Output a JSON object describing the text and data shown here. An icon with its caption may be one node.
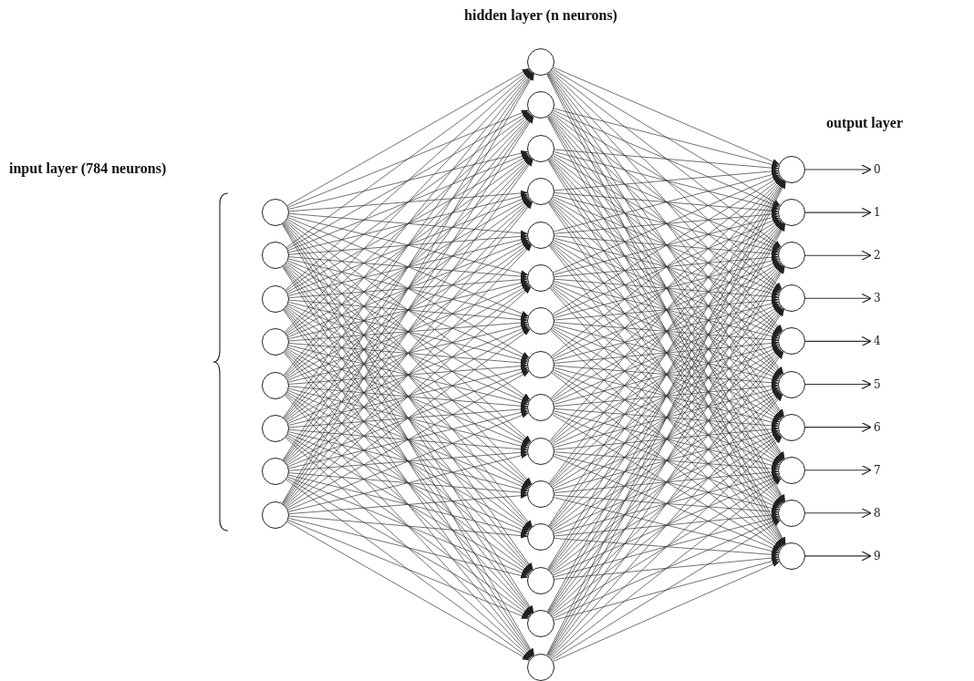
{
  "diagram": {
    "nodes": [
      {
        "text": [],
        "shape": "circle"
      },
      {
        "text": [],
        "shape": "circle"
      },
      {
        "text": [],
        "shape": "circle"
      },
      {
        "text": [],
        "shape": "circle"
      },
      {
        "text": [],
        "shape": "circle"
      },
      {
        "text": [],
        "shape": "circle"
      },
      {
        "text": [],
        "shape": "circle"
      },
      {
        "text": [],
        "shape": "circle"
      },
      {
        "text": [],
        "shape": "circle"
      },
      {
        "text": [],
        "shape": "circle"
      },
      {
        "text": [],
        "shape": "circle"
      },
      {
        "text": [],
        "shape": "circle"
      },
      {
        "text": [],
        "shape": "circle"
      },
      {
        "text": [],
        "shape": "circle"
      },
      {
        "text": [],
        "shape": "circle"
      },
      {
        "text": [],
        "shape": "circle"
      },
      {
        "text": [],
        "shape": "circle"
      },
      {
        "text": [],
        "shape": "circle"
      },
      {
        "text": [],
        "shape": "circle"
      },
      {
        "text": [],
        "shape": "circle"
      },
      {
        "text": [],
        "shape": "circle"
      },
      {
        "text": [],
        "shape": "circle"
      },
      {
        "text": [],
        "shape": "circle"
      },
      {
        "text": [],
        "shape": "circle"
      },
      {
        "text": [],
        "shape": "circle"
      },
      {
        "text": [],
        "shape": "circle"
      },
      {
        "text": [],
        "shape": "circle"
      },
      {
        "text": [],
        "shape": "circle"
      },
      {
        "text": [],
        "shape": "circle"
      },
      {
        "text": [],
        "shape": "circle"
      },
      {
        "text": [],
        "shape": "circle"
      },
      {
        "text": [],
        "shape": "circle"
      },
      {
        "text": [],
        "shape": "circle"
      },
      {
        "text": [
          "0"
        ]
      },
      {
        "text": [
          "1"
        ]
      },
      {
        "text": [
          "2"
        ]
      },
      {
        "text": [
          "3"
        ]
      },
      {
        "text": [
          "4"
        ]
      },
      {
        "text": [
          "5"
        ]
      },
      {
        "text": [
          "6"
        ]
      },
      {
        "text": [
          "7"
        ]
      },
      {
        "text": [
          "8"
        ]
      },
      {
        "text": [
          "9"
        ]
      }
    ],
    "edges": [
      {
        "from": 0,
        "to": 8,
        "arrow": "to"
      },
      {
        "from": 0,
        "to": 9,
        "arrow": "to"
      },
      {
        "from": 0,
        "to": 10,
        "arrow": "to"
      },
      {
        "from": 0,
        "to": 11,
        "arrow": "to"
      },
      {
        "from": 0,
        "to": 12,
        "arrow": "to"
      },
      {
        "from": 0,
        "to": 13,
        "arrow": "to"
      },
      {
        "from": 0,
        "to": 14,
        "arrow": "to"
      },
      {
        "from": 0,
        "to": 15,
        "arrow": "to"
      },
      {
        "from": 0,
        "to": 16,
        "arrow": "to"
      },
      {
        "from": 0,
        "to": 17,
        "arrow": "to"
      },
      {
        "from": 0,
        "to": 18,
        "arrow": "to"
      },
      {
        "from": 0,
        "to": 19,
        "arrow": "to"
      },
      {
        "from": 0,
        "to": 20,
        "arrow": "to"
      },
      {
        "from": 0,
        "to": 21,
        "arrow": "to"
      },
      {
        "from": 0,
        "to": 22,
        "arrow": "to"
      },
      {
        "from": 1,
        "to": 8,
        "arrow": "to"
      },
      {
        "from": 1,
        "to": 9,
        "arrow": "to"
      },
      {
        "from": 1,
        "to": 10,
        "arrow": "to"
      },
      {
        "from": 1,
        "to": 11,
        "arrow": "to"
      },
      {
        "from": 1,
        "to": 12,
        "arrow": "to"
      },
      {
        "from": 1,
        "to": 13,
        "arrow": "to"
      },
      {
        "from": 1,
        "to": 14,
        "arrow": "to"
      },
      {
        "from": 1,
        "to": 15,
        "arrow": "to"
      },
      {
        "from": 1,
        "to": 16,
        "arrow": "to"
      },
      {
        "from": 1,
        "to": 17,
        "arrow": "to"
      },
      {
        "from": 1,
        "to": 18,
        "arrow": "to"
      },
      {
        "from": 1,
        "to": 19,
        "arrow": "to"
      },
      {
        "from": 1,
        "to": 20,
        "arrow": "to"
      },
      {
        "from": 1,
        "to": 21,
        "arrow": "to"
      },
      {
        "from": 1,
        "to": 22,
        "arrow": "to"
      },
      {
        "from": 2,
        "to": 8,
        "arrow": "to"
      },
      {
        "from": 2,
        "to": 9,
        "arrow": "to"
      },
      {
        "from": 2,
        "to": 10,
        "arrow": "to"
      },
      {
        "from": 2,
        "to": 11,
        "arrow": "to"
      },
      {
        "from": 2,
        "to": 12,
        "arrow": "to"
      },
      {
        "from": 2,
        "to": 13,
        "arrow": "to"
      },
      {
        "from": 2,
        "to": 14,
        "arrow": "to"
      },
      {
        "from": 2,
        "to": 15,
        "arrow": "to"
      },
      {
        "from": 2,
        "to": 16,
        "arrow": "to"
      },
      {
        "from": 2,
        "to": 17,
        "arrow": "to"
      },
      {
        "from": 2,
        "to": 18,
        "arrow": "to"
      },
      {
        "from": 2,
        "to": 19,
        "arrow": "to"
      },
      {
        "from": 2,
        "to": 20,
        "arrow": "to"
      },
      {
        "from": 2,
        "to": 21,
        "arrow": "to"
      },
      {
        "from": 2,
        "to": 22,
        "arrow": "to"
      },
      {
        "from": 3,
        "to": 8,
        "arrow": "to"
      },
      {
        "from": 3,
        "to": 9,
        "arrow": "to"
      },
      {
        "from": 3,
        "to": 10,
        "arrow": "to"
      },
      {
        "from": 3,
        "to": 11,
        "arrow": "to"
      },
      {
        "from": 3,
        "to": 12,
        "arrow": "to"
      },
      {
        "from": 3,
        "to": 13,
        "arrow": "to"
      },
      {
        "from": 3,
        "to": 14,
        "arrow": "to"
      },
      {
        "from": 3,
        "to": 15,
        "arrow": "to"
      },
      {
        "from": 3,
        "to": 16,
        "arrow": "to"
      },
      {
        "from": 3,
        "to": 17,
        "arrow": "to"
      },
      {
        "from": 3,
        "to": 18,
        "arrow": "to"
      },
      {
        "from": 3,
        "to": 19,
        "arrow": "to"
      },
      {
        "from": 3,
        "to": 20,
        "arrow": "to"
      },
      {
        "from": 3,
        "to": 21,
        "arrow": "to"
      },
      {
        "from": 3,
        "to": 22,
        "arrow": "to"
      },
      {
        "from": 4,
        "to": 8,
        "arrow": "to"
      },
      {
        "from": 4,
        "to": 9,
        "arrow": "to"
      },
      {
        "from": 4,
        "to": 10,
        "arrow": "to"
      },
      {
        "from": 4,
        "to": 11,
        "arrow": "to"
      },
      {
        "from": 4,
        "to": 12,
        "arrow": "to"
      },
      {
        "from": 4,
        "to": 13,
        "arrow": "to"
      },
      {
        "from": 4,
        "to": 14,
        "arrow": "to"
      },
      {
        "from": 4,
        "to": 15,
        "arrow": "to"
      },
      {
        "from": 4,
        "to": 16,
        "arrow": "to"
      },
      {
        "from": 4,
        "to": 17,
        "arrow": "to"
      },
      {
        "from": 4,
        "to": 18,
        "arrow": "to"
      },
      {
        "from": 4,
        "to": 19,
        "arrow": "to"
      },
      {
        "from": 4,
        "to": 20,
        "arrow": "to"
      },
      {
        "from": 4,
        "to": 21,
        "arrow": "to"
      },
      {
        "from": 4,
        "to": 22,
        "arrow": "to"
      },
      {
        "from": 5,
        "to": 8,
        "arrow": "to"
      },
      {
        "from": 5,
        "to": 9,
        "arrow": "to"
      },
      {
        "from": 5,
        "to": 10,
        "arrow": "to"
      },
      {
        "from": 5,
        "to": 11,
        "arrow": "to"
      },
      {
        "from": 5,
        "to": 12,
        "arrow": "to"
      },
      {
        "from": 5,
        "to": 13,
        "arrow": "to"
      },
      {
        "from": 5,
        "to": 14,
        "arrow": "to"
      },
      {
        "from": 5,
        "to": 15,
        "arrow": "to"
      },
      {
        "from": 5,
        "to": 16,
        "arrow": "to"
      },
      {
        "from": 5,
        "to": 17,
        "arrow": "to"
      },
      {
        "from": 5,
        "to": 18,
        "arrow": "to"
      },
      {
        "from": 5,
        "to": 19,
        "arrow": "to"
      },
      {
        "from": 5,
        "to": 20,
        "arrow": "to"
      },
      {
        "from": 5,
        "to": 21,
        "arrow": "to"
      },
      {
        "from": 5,
        "to": 22,
        "arrow": "to"
      },
      {
        "from": 6,
        "to": 8,
        "arrow": "to"
      },
      {
        "from": 6,
        "to": 9,
        "arrow": "to"
      },
      {
        "from": 6,
        "to": 10,
        "arrow": "to"
      },
      {
        "from": 6,
        "to": 11,
        "arrow": "to"
      },
      {
        "from": 6,
        "to": 12,
        "arrow": "to"
      },
      {
        "from": 6,
        "to": 13,
        "arrow": "to"
      },
      {
        "from": 6,
        "to": 14,
        "arrow": "to"
      },
      {
        "from": 6,
        "to": 15,
        "arrow": "to"
      },
      {
        "from": 6,
        "to": 16,
        "arrow": "to"
      },
      {
        "from": 6,
        "to": 17,
        "arrow": "to"
      },
      {
        "from": 6,
        "to": 18,
        "arrow": "to"
      },
      {
        "from": 6,
        "to": 19,
        "arrow": "to"
      },
      {
        "from": 6,
        "to": 20,
        "arrow": "to"
      },
      {
        "from": 6,
        "to": 21,
        "arrow": "to"
      },
      {
        "from": 6,
        "to": 22,
        "arrow": "to"
      },
      {
        "from": 7,
        "to": 8,
        "arrow": "to"
      },
      {
        "from": 7,
        "to": 9,
        "arrow": "to"
      },
      {
        "from": 7,
        "to": 10,
        "arrow": "to"
      },
      {
        "from": 7,
        "to": 11,
        "arrow": "to"
      },
      {
        "from": 7,
        "to": 12,
        "arrow": "to"
      },
      {
        "from": 7,
        "to": 13,
        "arrow": "to"
      },
      {
        "from": 7,
        "to": 14,
        "arrow": "to"
      },
      {
        "from": 7,
        "to": 15,
        "arrow": "to"
      },
      {
        "from": 7,
        "to": 16,
        "arrow": "to"
      },
      {
        "from": 7,
        "to": 17,
        "arrow": "to"
      },
      {
        "from": 7,
        "to": 18,
        "arrow": "to"
      },
      {
        "from": 7,
        "to": 19,
        "arrow": "to"
      },
      {
        "from": 7,
        "to": 20,
        "arrow": "to"
      },
      {
        "from": 7,
        "to": 21,
        "arrow": "to"
      },
      {
        "from": 7,
        "to": 22,
        "arrow": "to"
      },
      {
        "from": 8,
        "to": 23,
        "arrow": "to"
      },
      {
        "from": 8,
        "to": 24,
        "arrow": "to"
      },
      {
        "from": 8,
        "to": 25,
        "arrow": "to"
      },
      {
        "from": 8,
        "to": 26,
        "arrow": "to"
      },
      {
        "from": 8,
        "to": 27,
        "arrow": "to"
      },
      {
        "from": 8,
        "to": 28,
        "arrow": "to"
      },
      {
        "from": 8,
        "to": 29,
        "arrow": "to"
      },
      {
        "from": 8,
        "to": 30,
        "arrow": "to"
      },
      {
        "from": 8,
        "to": 31,
        "arrow": "to"
      },
      {
        "from": 8,
        "to": 32,
        "arrow": "to"
      },
      {
        "from": 9,
        "to": 23,
        "arrow": "to"
      },
      {
        "from": 9,
        "to": 24,
        "arrow": "to"
      },
      {
        "from": 9,
        "to": 25,
        "arrow": "to"
      },
      {
        "from": 9,
        "to": 26,
        "arrow": "to"
      },
      {
        "from": 9,
        "to": 27,
        "arrow": "to"
      },
      {
        "from": 9,
        "to": 28,
        "arrow": "to"
      },
      {
        "from": 9,
        "to": 29,
        "arrow": "to"
      },
      {
        "from": 9,
        "to": 30,
        "arrow": "to"
      },
      {
        "from": 9,
        "to": 31,
        "arrow": "to"
      },
      {
        "from": 9,
        "to": 32,
        "arrow": "to"
      },
      {
        "from": 10,
        "to": 23,
        "arrow": "to"
      },
      {
        "from": 10,
        "to": 24,
        "arrow": "to"
      },
      {
        "from": 10,
        "to": 25,
        "arrow": "to"
      },
      {
        "from": 10,
        "to": 26,
        "arrow": "to"
      },
      {
        "from": 10,
        "to": 27,
        "arrow": "to"
      },
      {
        "from": 10,
        "to": 28,
        "arrow": "to"
      },
      {
        "from": 10,
        "to": 29,
        "arrow": "to"
      },
      {
        "from": 10,
        "to": 30,
        "arrow": "to"
      },
      {
        "from": 10,
        "to": 31,
        "arrow": "to"
      },
      {
        "from": 10,
        "to": 32,
        "arrow": "to"
      },
      {
        "from": 11,
        "to": 23,
        "arrow": "to"
      },
      {
        "from": 11,
        "to": 24,
        "arrow": "to"
      },
      {
        "from": 11,
        "to": 25,
        "arrow": "to"
      },
      {
        "from": 11,
        "to": 26,
        "arrow": "to"
      },
      {
        "from": 11,
        "to": 27,
        "arrow": "to"
      },
      {
        "from": 11,
        "to": 28,
        "arrow": "to"
      },
      {
        "from": 11,
        "to": 29,
        "arrow": "to"
      },
      {
        "from": 11,
        "to": 30,
        "arrow": "to"
      },
      {
        "from": 11,
        "to": 31,
        "arrow": "to"
      },
      {
        "from": 11,
        "to": 32,
        "arrow": "to"
      },
      {
        "from": 12,
        "to": 23,
        "arrow": "to"
      },
      {
        "from": 12,
        "to": 24,
        "arrow": "to"
      },
      {
        "from": 12,
        "to": 25,
        "arrow": "to"
      },
      {
        "from": 12,
        "to": 26,
        "arrow": "to"
      },
      {
        "from": 12,
        "to": 27,
        "arrow": "to"
      },
      {
        "from": 12,
        "to": 28,
        "arrow": "to"
      },
      {
        "from": 12,
        "to": 29,
        "arrow": "to"
      },
      {
        "from": 12,
        "to": 30,
        "arrow": "to"
      },
      {
        "from": 12,
        "to": 31,
        "arrow": "to"
      },
      {
        "from": 12,
        "to": 32,
        "arrow": "to"
      },
      {
        "from": 13,
        "to": 23,
        "arrow": "to"
      },
      {
        "from": 13,
        "to": 24,
        "arrow": "to"
      },
      {
        "from": 13,
        "to": 25,
        "arrow": "to"
      },
      {
        "from": 13,
        "to": 26,
        "arrow": "to"
      },
      {
        "from": 13,
        "to": 27,
        "arrow": "to"
      },
      {
        "from": 13,
        "to": 28,
        "arrow": "to"
      },
      {
        "from": 13,
        "to": 29,
        "arrow": "to"
      },
      {
        "from": 13,
        "to": 30,
        "arrow": "to"
      },
      {
        "from": 13,
        "to": 31,
        "arrow": "to"
      },
      {
        "from": 13,
        "to": 32,
        "arrow": "to"
      },
      {
        "from": 14,
        "to": 23,
        "arrow": "to"
      },
      {
        "from": 14,
        "to": 24,
        "arrow": "to"
      },
      {
        "from": 14,
        "to": 25,
        "arrow": "to"
      },
      {
        "from": 14,
        "to": 26,
        "arrow": "to"
      },
      {
        "from": 14,
        "to": 27,
        "arrow": "to"
      },
      {
        "from": 14,
        "to": 28,
        "arrow": "to"
      },
      {
        "from": 14,
        "to": 29,
        "arrow": "to"
      },
      {
        "from": 14,
        "to": 30,
        "arrow": "to"
      },
      {
        "from": 14,
        "to": 31,
        "arrow": "to"
      },
      {
        "from": 14,
        "to": 32,
        "arrow": "to"
      },
      {
        "from": 15,
        "to": 23,
        "arrow": "to"
      },
      {
        "from": 15,
        "to": 24,
        "arrow": "to"
      },
      {
        "from": 15,
        "to": 25,
        "arrow": "to"
      },
      {
        "from": 15,
        "to": 26,
        "arrow": "to"
      },
      {
        "from": 15,
        "to": 27,
        "arrow": "to"
      },
      {
        "from": 15,
        "to": 28,
        "arrow": "to"
      },
      {
        "from": 15,
        "to": 29,
        "arrow": "to"
      },
      {
        "from": 15,
        "to": 30,
        "arrow": "to"
      },
      {
        "from": 15,
        "to": 31,
        "arrow": "to"
      },
      {
        "from": 15,
        "to": 32,
        "arrow": "to"
      },
      {
        "from": 16,
        "to": 23,
        "arrow": "to"
      },
      {
        "from": 16,
        "to": 24,
        "arrow": "to"
      },
      {
        "from": 16,
        "to": 25,
        "arrow": "to"
      },
      {
        "from": 16,
        "to": 26,
        "arrow": "to"
      },
      {
        "from": 16,
        "to": 27,
        "arrow": "to"
      },
      {
        "from": 16,
        "to": 28,
        "arrow": "to"
      },
      {
        "from": 16,
        "to": 29,
        "arrow": "to"
      },
      {
        "from": 16,
        "to": 30,
        "arrow": "to"
      },
      {
        "from": 16,
        "to": 31,
        "arrow": "to"
      },
      {
        "from": 16,
        "to": 32,
        "arrow": "to"
      },
      {
        "from": 17,
        "to": 23,
        "arrow": "to"
      },
      {
        "from": 17,
        "to": 24,
        "arrow": "to"
      },
      {
        "from": 17,
        "to": 25,
        "arrow": "to"
      },
      {
        "from": 17,
        "to": 26,
        "arrow": "to"
      },
      {
        "from": 17,
        "to": 27,
        "arrow": "to"
      },
      {
        "from": 17,
        "to": 28,
        "arrow": "to"
      },
      {
        "from": 17,
        "to": 29,
        "arrow": "to"
      },
      {
        "from": 17,
        "to": 30,
        "arrow": "to"
      },
      {
        "from": 17,
        "to": 31,
        "arrow": "to"
      },
      {
        "from": 17,
        "to": 32,
        "arrow": "to"
      },
      {
        "from": 18,
        "to": 23,
        "arrow": "to"
      },
      {
        "from": 18,
        "to": 24,
        "arrow": "to"
      },
      {
        "from": 18,
        "to": 25,
        "arrow": "to"
      },
      {
        "from": 18,
        "to": 26,
        "arrow": "to"
      },
      {
        "from": 18,
        "to": 27,
        "arrow": "to"
      },
      {
        "from": 18,
        "to": 28,
        "arrow": "to"
      },
      {
        "from": 18,
        "to": 29,
        "arrow": "to"
      },
      {
        "from": 18,
        "to": 30,
        "arrow": "to"
      },
      {
        "from": 18,
        "to": 31,
        "arrow": "to"
      },
      {
        "from": 18,
        "to": 32,
        "arrow": "to"
      },
      {
        "from": 19,
        "to": 23,
        "arrow": "to"
      },
      {
        "from": 19,
        "to": 24,
        "arrow": "to"
      },
      {
        "from": 19,
        "to": 25,
        "arrow": "to"
      },
      {
        "from": 19,
        "to": 26,
        "arrow": "to"
      },
      {
        "from": 19,
        "to": 27,
        "arrow": "to"
      },
      {
        "from": 19,
        "to": 28,
        "arrow": "to"
      },
      {
        "from": 19,
        "to": 29,
        "arrow": "to"
      },
      {
        "from": 19,
        "to": 30,
        "arrow": "to"
      },
      {
        "from": 19,
        "to": 31,
        "arrow": "to"
      },
      {
        "from": 19,
        "to": 32,
        "arrow": "to"
      },
      {
        "from": 20,
        "to": 23,
        "arrow": "to"
      },
      {
        "from": 20,
        "to": 24,
        "arrow": "to"
      },
      {
        "from": 20,
        "to": 25,
        "arrow": "to"
      },
      {
        "from": 20,
        "to": 26,
        "arrow": "to"
      },
      {
        "from": 20,
        "to": 27,
        "arrow": "to"
      },
      {
        "from": 20,
        "to": 28,
        "arrow": "to"
      },
      {
        "from": 20,
        "to": 29,
        "arrow": "to"
      },
      {
        "from": 20,
        "to": 30,
        "arrow": "to"
      },
      {
        "from": 20,
        "to": 31,
        "arrow": "to"
      },
      {
        "from": 20,
        "to": 32,
        "arrow": "to"
      },
      {
        "from": 21,
        "to": 23,
        "arrow": "to"
      },
      {
        "from": 21,
        "to": 24,
        "arrow": "to"
      },
      {
        "from": 21,
        "to": 25,
        "arrow": "to"
      },
      {
        "from": 21,
        "to": 26,
        "arrow": "to"
      },
      {
        "from": 21,
        "to": 27,
        "arrow": "to"
      },
      {
        "from": 21,
        "to": 28,
        "arrow": "to"
      },
      {
        "from": 21,
        "to": 29,
        "arrow": "to"
      },
      {
        "from": 21,
        "to": 30,
        "arrow": "to"
      },
      {
        "from": 21,
        "to": 31,
        "arrow": "to"
      },
      {
        "from": 21,
        "to": 32,
        "arrow": "to"
      },
      {
        "from": 22,
        "to": 23,
        "arrow": "to"
      },
      {
        "from": 22,
        "to": 24,
        "arrow": "to"
      },
      {
        "from": 22,
        "to": 25,
        "arrow": "to"
      },
      {
        "from": 22,
        "to": 26,
        "arrow": "to"
      },
      {
        "from": 22,
        "to": 27,
        "arrow": "to"
      },
      {
        "from": 22,
        "to": 28,
        "arrow": "to"
      },
      {
        "from": 22,
        "to": 29,
        "arrow": "to"
      },
      {
        "from": 22,
        "to": 30,
        "arrow": "to"
      },
      {
        "from": 22,
        "to": 31,
        "arrow": "to"
      },
      {
        "from": 22,
        "to": 32,
        "arrow": "to"
      },
      {
        "from": 23,
        "to": 33,
        "arrow": "to"
      },
      {
        "from": 24,
        "to": 34,
        "arrow": "to"
      },
      {
        "from": 25,
        "to": 35,
        "arrow": "to"
      },
      {
        "from": 26,
        "to": 36,
        "arrow": "to"
      },
      {
        "from": 27,
        "to": 37,
        "arrow": "to"
      },
      {
        "from": 28,
        "to": 38,
        "arrow": "to"
      },
      {
        "from": 29,
        "to": 39,
        "arrow": "to"
      },
      {
        "from": 30,
        "to": 40,
        "arrow": "to"
      },
      {
        "from": 31,
        "to": 41,
        "arrow": "to"
      },
      {
        "from": 32,
        "to": 42,
        "arrow": "to"
      }
    ],
    "labels": [
      "hidden layer (n neurons)",
      "output layer",
      "input layer (784 neurons)"
    ]
  }
}
